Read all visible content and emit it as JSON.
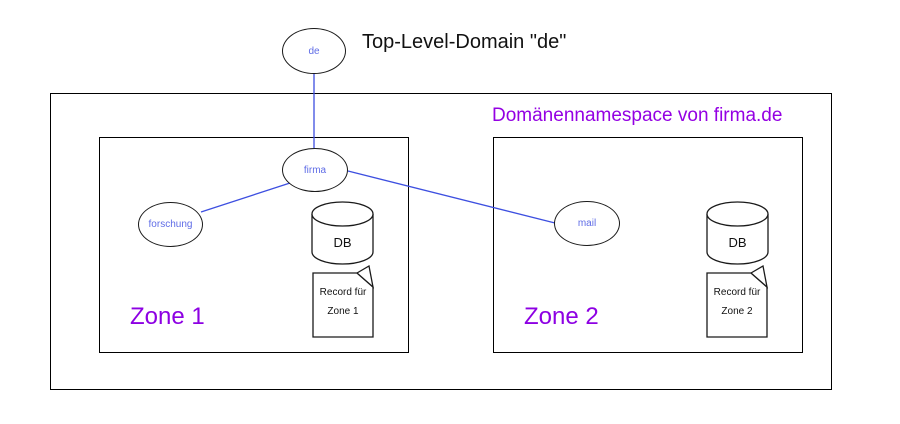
{
  "title": "Top-Level-Domain \"de\"",
  "namespace": {
    "label": "Domänennamespace von firma.de"
  },
  "nodes": {
    "de": {
      "label": "de"
    },
    "firma": {
      "label": "firma"
    },
    "forschung": {
      "label": "forschung"
    },
    "mail": {
      "label": "mail"
    }
  },
  "zones": [
    {
      "name": "Zone 1",
      "db_label": "DB",
      "record": {
        "line1": "Record für",
        "line2": "Zone 1"
      }
    },
    {
      "name": "Zone 2",
      "db_label": "DB",
      "record": {
        "line1": "Record für",
        "line2": "Zone 2"
      }
    }
  ],
  "edges": [
    {
      "from": "de",
      "to": "firma"
    },
    {
      "from": "firma",
      "to": "forschung"
    },
    {
      "from": "firma",
      "to": "mail"
    }
  ],
  "colors": {
    "edge_blue": "#3d4fe0",
    "node_label_blue": "#5f6ce6",
    "purple": "#9400e3",
    "outline": "#000000",
    "background": "#ffffff"
  }
}
